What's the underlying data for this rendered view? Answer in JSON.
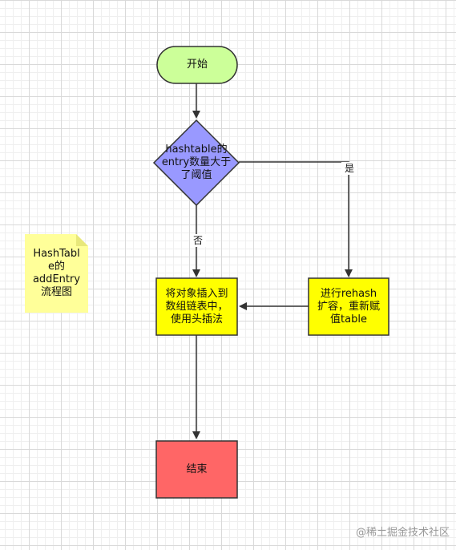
{
  "nodes": {
    "start": {
      "text": "开始",
      "fill": "#ccff99"
    },
    "decision": {
      "text": "hashtable的\nentry数量大于\n了阈值",
      "fill": "#9999ff"
    },
    "insert": {
      "text": "将对象插入到\n数组链表中，\n使用头插法",
      "fill": "#ffff00"
    },
    "rehash": {
      "text": "进行rehash\n扩容，重新赋\n值table",
      "fill": "#ffff00"
    },
    "end": {
      "text": "结束",
      "fill": "#ff6666"
    }
  },
  "edge_labels": {
    "yes": "是",
    "no": "否"
  },
  "note": {
    "text": "HashTabl\ne的\naddEntry\n流程图",
    "fill": "#ffff99"
  },
  "watermark": "@稀土掘金技术社区"
}
